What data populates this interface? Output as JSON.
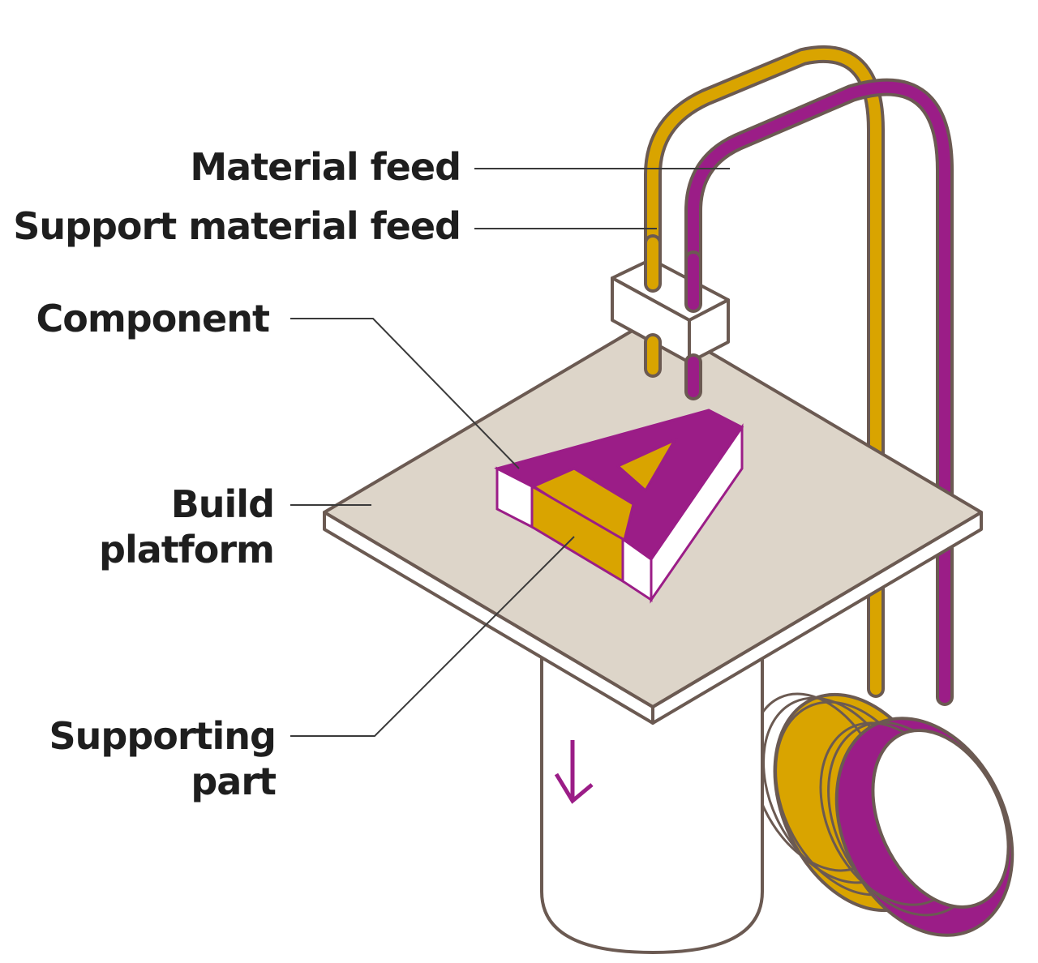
{
  "labels": {
    "material_feed": "Material feed",
    "support_material_feed": "Support material feed",
    "component": "Component",
    "build_platform_line1": "Build",
    "build_platform_line2": "platform",
    "supporting_part_line1": "Supporting",
    "supporting_part_line2": "part"
  },
  "colors": {
    "purple": "#9b1d87",
    "gold": "#d9a400",
    "platform": "#ddd5c9",
    "outline": "#6b5a52",
    "white": "#ffffff"
  },
  "icons": {
    "motion_arrow": "arrow-down-icon"
  }
}
